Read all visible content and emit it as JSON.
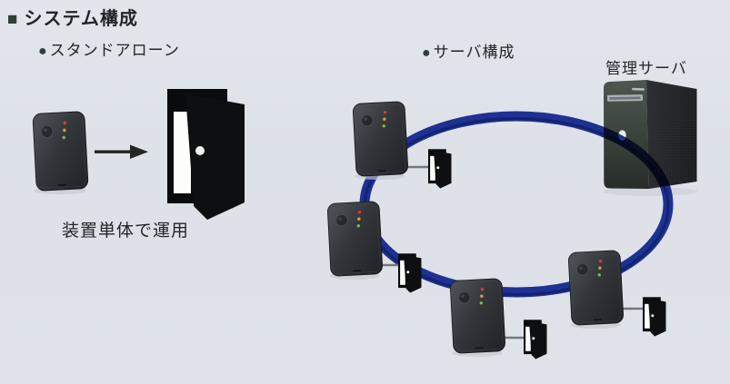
{
  "page": {
    "background": "#dfe3e9"
  },
  "header": {
    "marker": "■",
    "title": "システム構成"
  },
  "standalone_section": {
    "bullet": "●",
    "title": "スタンドアローン",
    "caption": "装置単体で運用",
    "icons": [
      "access-controller-device",
      "arrow-right-icon",
      "open-door-icon"
    ]
  },
  "server_section": {
    "bullet": "●",
    "title": "サーバ構成",
    "server_label": "管理サーバ",
    "topology": "ring",
    "device_count": 4,
    "door_count": 4,
    "icons": [
      "management-server",
      "network-ring",
      "access-controller-device",
      "open-door-icon"
    ]
  },
  "colors": {
    "ring_blue": "#2238a2",
    "ring_shadow": "#0e1a5e",
    "device_body": "#2b2f33",
    "door_black": "#0b0c0d",
    "connector_gray": "#74787a",
    "arrow_dark": "#232724",
    "text": "#20262a",
    "marker": "#323c38"
  }
}
